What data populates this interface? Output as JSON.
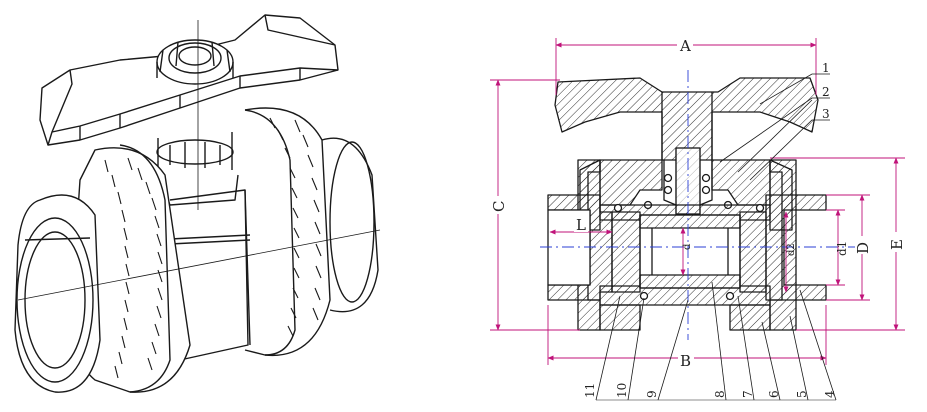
{
  "colors": {
    "ink": "#1a1a1a",
    "dimension": "#c0137a",
    "centerline": "#2b3fd6"
  },
  "dimensions": {
    "A": "A",
    "B": "B",
    "C": "C",
    "D": "D",
    "E": "E",
    "L": "L",
    "d": "d",
    "d1": "d1",
    "d2": "d2"
  },
  "part_numbers": [
    "1",
    "2",
    "3",
    "4",
    "5",
    "6",
    "7",
    "8",
    "9",
    "10",
    "11"
  ]
}
